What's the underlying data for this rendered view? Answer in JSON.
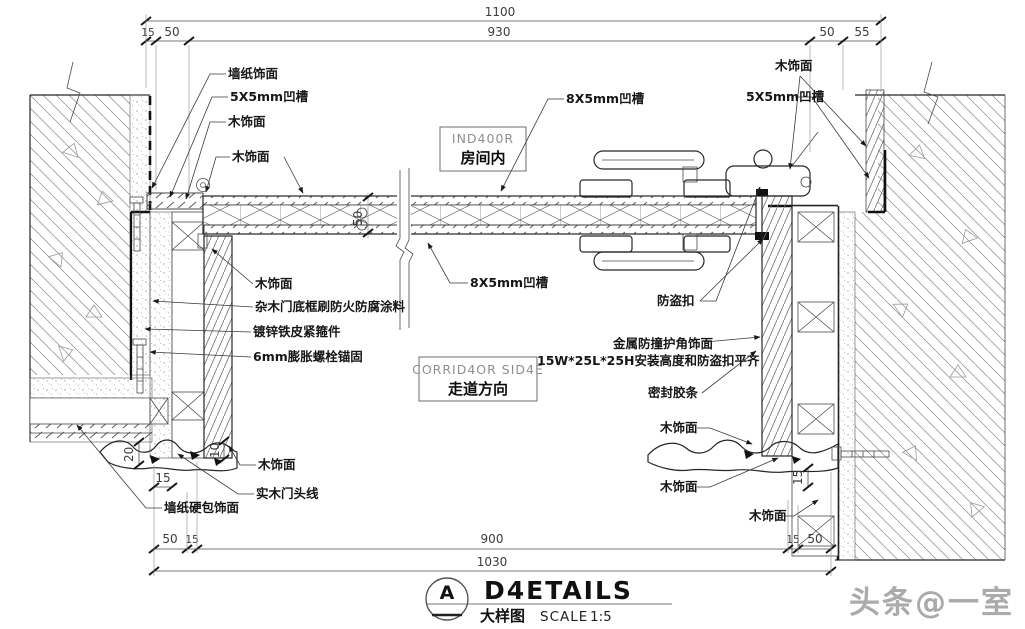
{
  "drawing": {
    "boxes": {
      "room": {
        "code": "IND400R",
        "label": "房间内"
      },
      "corridor": {
        "code": "CORRID4OR SID4E",
        "label": "走道方向"
      }
    },
    "labels": {
      "wallpaper": "墙纸饰面",
      "groove5": "5X5mm凹槽",
      "wood": "木饰面",
      "groove8": "8X5mm凹槽",
      "frame_paint": "杂木门底框刷防火防腐涂料",
      "clamp": "镀锌铁皮紧箍件",
      "anchor_bolt": "6mm膨胀螺栓锚固",
      "security_catch": "防盗扣",
      "corner_guard_1": "金属防撞护角饰面",
      "corner_guard_2": "15W*25L*25H安装高度和防盗扣平齐",
      "seal_strip": "密封胶条",
      "head_moulding": "实木门头线",
      "padded_wallpaper": "墙纸硬包饰面"
    },
    "dimensions": {
      "top_total": "1100",
      "top": [
        "15",
        "50",
        "930",
        "50",
        "55"
      ],
      "bottom": [
        "50",
        "15",
        "900",
        "15",
        "50"
      ],
      "bottom_total": "1030",
      "leaf": "50",
      "d20": "20",
      "d15a": "15",
      "d10": "10",
      "d15b": "15"
    },
    "colors": {
      "ink": "#1a1a1a",
      "hatch": "#9a9a9a",
      "muted_text": "#8f8f8f",
      "watermark_gray": "#ababab"
    }
  },
  "titleblock": {
    "marker": "A",
    "title": "D4ETAILS",
    "subtitle": "大样图",
    "scale_label": "SCALE",
    "scale_value": "1:5"
  },
  "watermark": "头条@一室"
}
